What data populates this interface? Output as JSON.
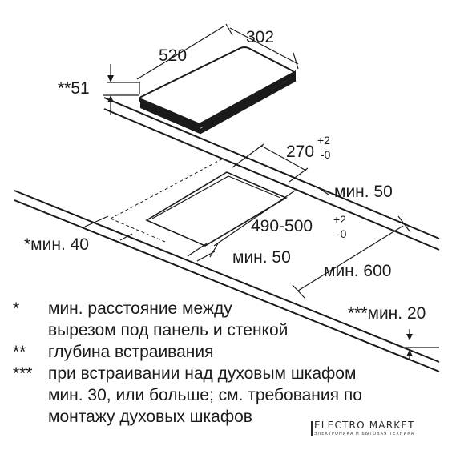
{
  "dimensions": {
    "width_520": "520",
    "depth_302": "302",
    "height_51": "**51",
    "cutout_270": "270",
    "cutout_270_tol_plus": "+2",
    "cutout_270_tol_minus": "-0",
    "cutout_490": "490-500",
    "cutout_490_tol_plus": "+2",
    "cutout_490_tol_minus": "-0",
    "min_50_back": "мин. 50",
    "min_40_side": "*мин. 40",
    "min_50_side": "мин. 50",
    "min_600": "мин. 600",
    "min_20": "***мин. 20"
  },
  "notes": [
    {
      "mark": "*",
      "lines": [
        "мин. расстояние между",
        "вырезом под панель и стенкой"
      ]
    },
    {
      "mark": "**",
      "lines": [
        "глубина встраивания"
      ]
    },
    {
      "mark": "***",
      "lines": [
        "при встраивании над духовым шкафом",
        "мин. 30, или больше; см. требования по",
        "монтажу духовых шкафов"
      ]
    }
  ],
  "watermark": {
    "brand": "ELECTRO MARKET",
    "tagline": "ЭЛЕКТРОНИКА И БЫТОВАЯ ТЕХНИКА"
  },
  "colors": {
    "ink": "#1a1a1a",
    "background": "#ffffff"
  }
}
